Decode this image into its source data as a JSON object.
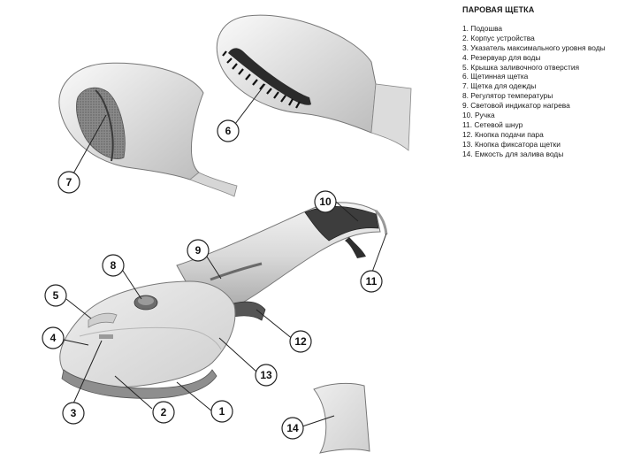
{
  "legend": {
    "title": "ПАРОВАЯ ЩЕТКА",
    "items": [
      "1.    Подошва",
      "2.    Корпус устройства",
      "3.    Указатель максимального уровня воды",
      "4.    Резервуар для воды",
      "5.    Крышка заливочного отверстия",
      "6.    Щетинная щетка",
      "7.    Щетка для одежды",
      "8. Регулятор температуры",
      "9. Световой индикатор нагрева",
      "10. Ручка",
      "11. Сетевой шнур",
      "12. Кнопка подачи пара",
      "13. Кнопка фиксатора щетки",
      "14. Емкость для залива воды"
    ]
  },
  "callouts": [
    "1",
    "2",
    "3",
    "4",
    "5",
    "6",
    "7",
    "8",
    "9",
    "10",
    "11",
    "12",
    "13",
    "14"
  ]
}
